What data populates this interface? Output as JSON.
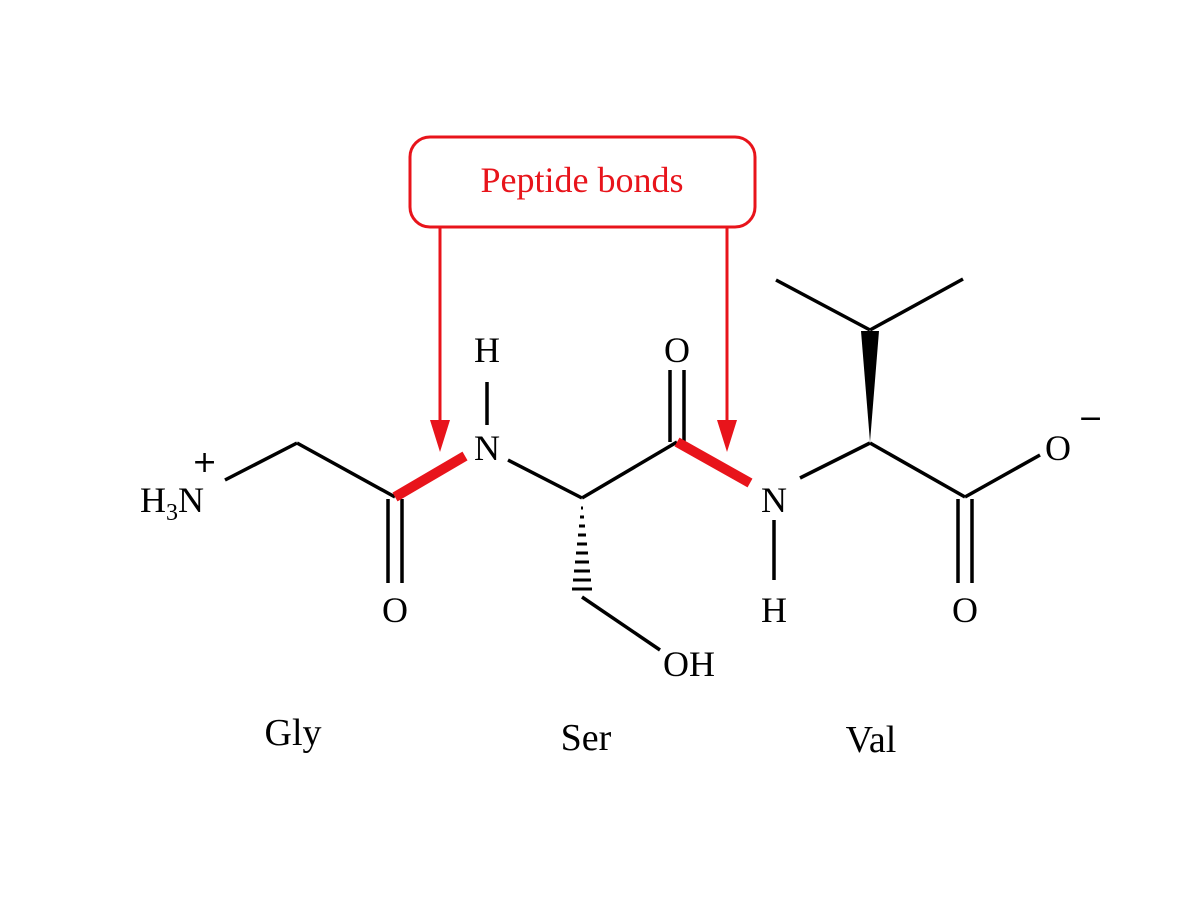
{
  "callout": {
    "label": "Peptide bonds",
    "color": "#e8141b"
  },
  "atoms": {
    "n_terminal_h": "H",
    "n_terminal_sub": "3",
    "n_terminal_n": "N",
    "n_terminal_charge": "+",
    "gly_carbonyl_o": "O",
    "amide1_n": "N",
    "amide1_h": "H",
    "ser_carbonyl_o": "O",
    "ser_hydroxyl": "OH",
    "amide2_n": "N",
    "amide2_h": "H",
    "carboxylate_o1": "O",
    "carboxylate_charge": "−",
    "carboxylate_o2": "O"
  },
  "residues": [
    "Gly",
    "Ser",
    "Val"
  ],
  "colors": {
    "bond": "#000000",
    "peptide_bond": "#e8141b",
    "background": "#ffffff"
  }
}
